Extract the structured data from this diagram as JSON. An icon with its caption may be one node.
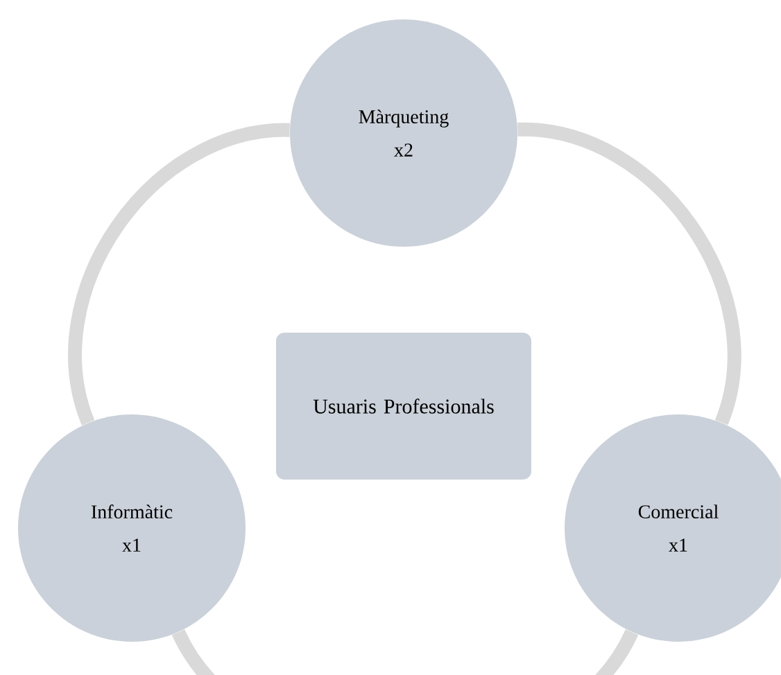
{
  "diagram": {
    "nodes": [
      {
        "text": [
          "Màrqueting",
          "x2"
        ]
      },
      {
        "text": [
          "Usuaris Professionals"
        ]
      },
      {
        "text": [
          "Informàtic",
          "x1"
        ]
      },
      {
        "text": [
          "Comercial",
          "x1"
        ]
      }
    ],
    "edges": [
      {
        "from": 0,
        "to": 3,
        "arrow": "none"
      },
      {
        "from": 3,
        "to": 2,
        "arrow": "none"
      },
      {
        "from": 2,
        "to": 0,
        "arrow": "none"
      }
    ]
  }
}
